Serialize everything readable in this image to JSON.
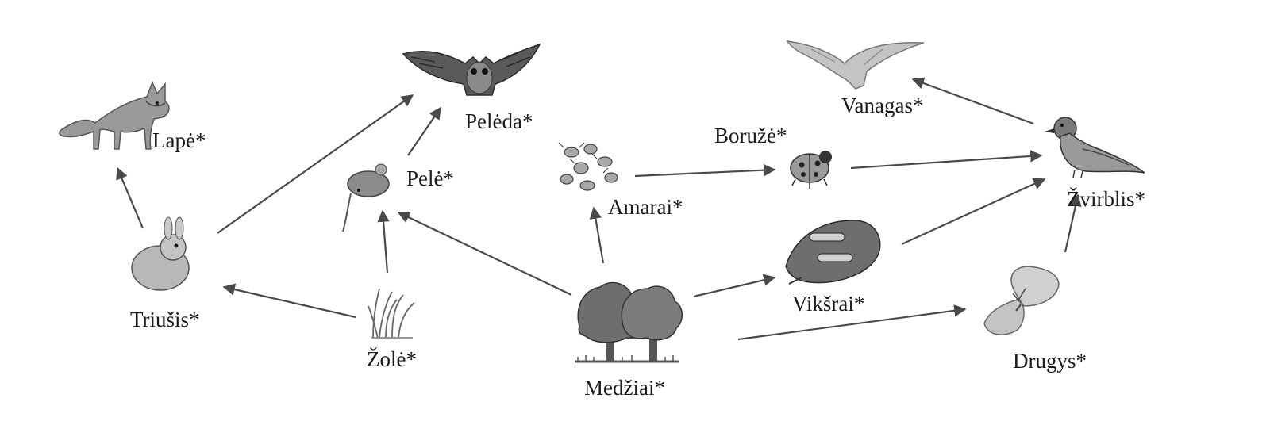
{
  "diagram": {
    "type": "food-web",
    "nodes": {
      "lape": {
        "label": "Lapė*",
        "icon": "fox-icon"
      },
      "peleda": {
        "label": "Pelėda*",
        "icon": "owl-icon"
      },
      "vanagas": {
        "label": "Vanagas*",
        "icon": "hawk-icon"
      },
      "boruze": {
        "label": "Boružė*",
        "icon": "ladybug-icon"
      },
      "pele": {
        "label": "Pelė*",
        "icon": "mouse-icon"
      },
      "amarai": {
        "label": "Amarai*",
        "icon": "aphids-icon"
      },
      "zvirblis": {
        "label": "Žvirblis*",
        "icon": "sparrow-icon"
      },
      "triusis": {
        "label": "Triušis*",
        "icon": "rabbit-icon"
      },
      "viksrai": {
        "label": "Vikšrai*",
        "icon": "caterpillars-icon"
      },
      "zole": {
        "label": "Žolė*",
        "icon": "grass-icon"
      },
      "drugys": {
        "label": "Drugys*",
        "icon": "butterfly-icon"
      },
      "medziai": {
        "label": "Medžiai*",
        "icon": "trees-icon"
      }
    },
    "edges": [
      {
        "from": "triusis",
        "to": "lape"
      },
      {
        "from": "triusis",
        "to": "peleda"
      },
      {
        "from": "pele",
        "to": "peleda"
      },
      {
        "from": "zole",
        "to": "triusis"
      },
      {
        "from": "zole",
        "to": "pele"
      },
      {
        "from": "medziai",
        "to": "pele"
      },
      {
        "from": "medziai",
        "to": "amarai"
      },
      {
        "from": "amarai",
        "to": "boruze"
      },
      {
        "from": "boruze",
        "to": "zvirblis"
      },
      {
        "from": "zvirblis",
        "to": "vanagas"
      },
      {
        "from": "medziai",
        "to": "viksrai"
      },
      {
        "from": "viksrai",
        "to": "zvirblis"
      },
      {
        "from": "medziai",
        "to": "drugys"
      },
      {
        "from": "drugys",
        "to": "zvirblis"
      }
    ],
    "colors": {
      "arrow": "#4a4a4a",
      "text": "#1a1a1a",
      "illustration_dark": "#3a3a3a",
      "illustration_mid": "#888888",
      "illustration_light": "#c8c8c8"
    }
  }
}
